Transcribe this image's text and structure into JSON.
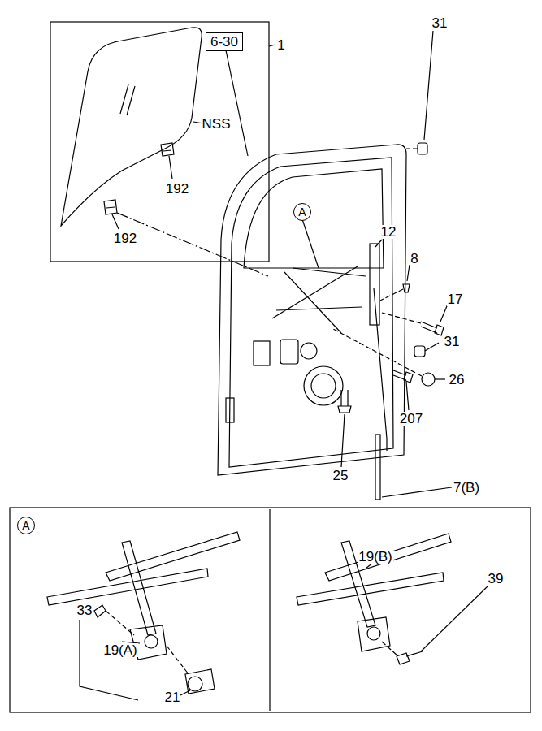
{
  "diagram": {
    "nodes": [
      {
        "text": [
          "6-30"
        ]
      },
      {
        "text": [
          "A"
        ]
      },
      {
        "text": [
          "A"
        ]
      }
    ],
    "labels": [
      "31",
      "1",
      "NSS",
      "192",
      "12",
      "192",
      "8",
      "17",
      "31",
      "26",
      "207",
      "25",
      "7(B)",
      "19(B)",
      "39",
      "33",
      "19(A)",
      "21"
    ]
  }
}
